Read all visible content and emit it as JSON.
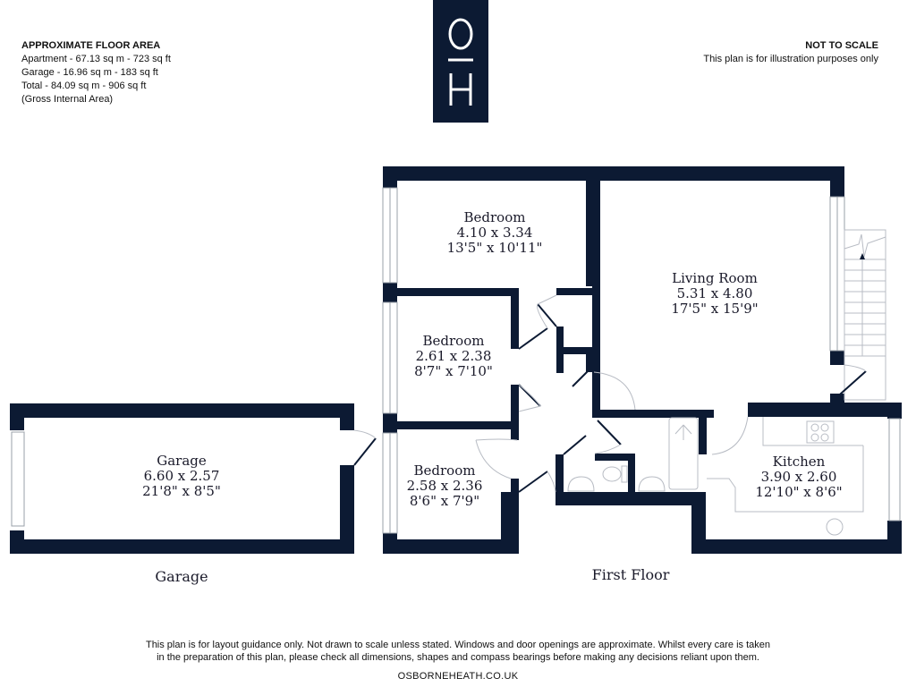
{
  "header": {
    "floor_area": {
      "title": "APPROXIMATE FLOOR AREA",
      "lines": [
        "Apartment - 67.13 sq m - 723 sq ft",
        "Garage - 16.96 sq m - 183 sq ft",
        "Total - 84.09 sq m - 906 sq ft",
        "(Gross Internal Area)"
      ]
    },
    "scale": {
      "title": "NOT TO SCALE",
      "note": "This plan is for illustration purposes only"
    },
    "logo": {
      "top_letter": "O",
      "bottom_letter": "H",
      "background": "#0c1a33"
    }
  },
  "colors": {
    "wall": "#0c1a33",
    "fixture_line": "#9aa0a8",
    "text": "#1a1a2a"
  },
  "rooms": [
    {
      "name": "Bedroom",
      "metric": "4.10 x 3.34",
      "imperial": "13'5\" x 10'11\""
    },
    {
      "name": "Living Room",
      "metric": "5.31 x 4.80",
      "imperial": "17'5\" x 15'9\""
    },
    {
      "name": "Bedroom",
      "metric": "2.61 x 2.38",
      "imperial": "8'7\" x 7'10\""
    },
    {
      "name": "Bedroom",
      "metric": "2.58 x 2.36",
      "imperial": "8'6\" x 7'9\""
    },
    {
      "name": "Kitchen",
      "metric": "3.90 x 2.60",
      "imperial": "12'10\" x 8'6\""
    },
    {
      "name": "Garage",
      "metric": "6.60 x 2.57",
      "imperial": "21'8\" x 8'5\""
    }
  ],
  "floor_labels": {
    "garage": "Garage",
    "first_floor": "First Floor"
  },
  "footer": {
    "disclaimer_line1": "This plan is for layout guidance only. Not drawn to scale unless stated. Windows and door openings are approximate. Whilst every care is taken",
    "disclaimer_line2": "in the preparation of this plan, please check all dimensions, shapes and compass bearings before making any decisions reliant upon them.",
    "website": "OSBORNEHEATH.CO.UK"
  }
}
